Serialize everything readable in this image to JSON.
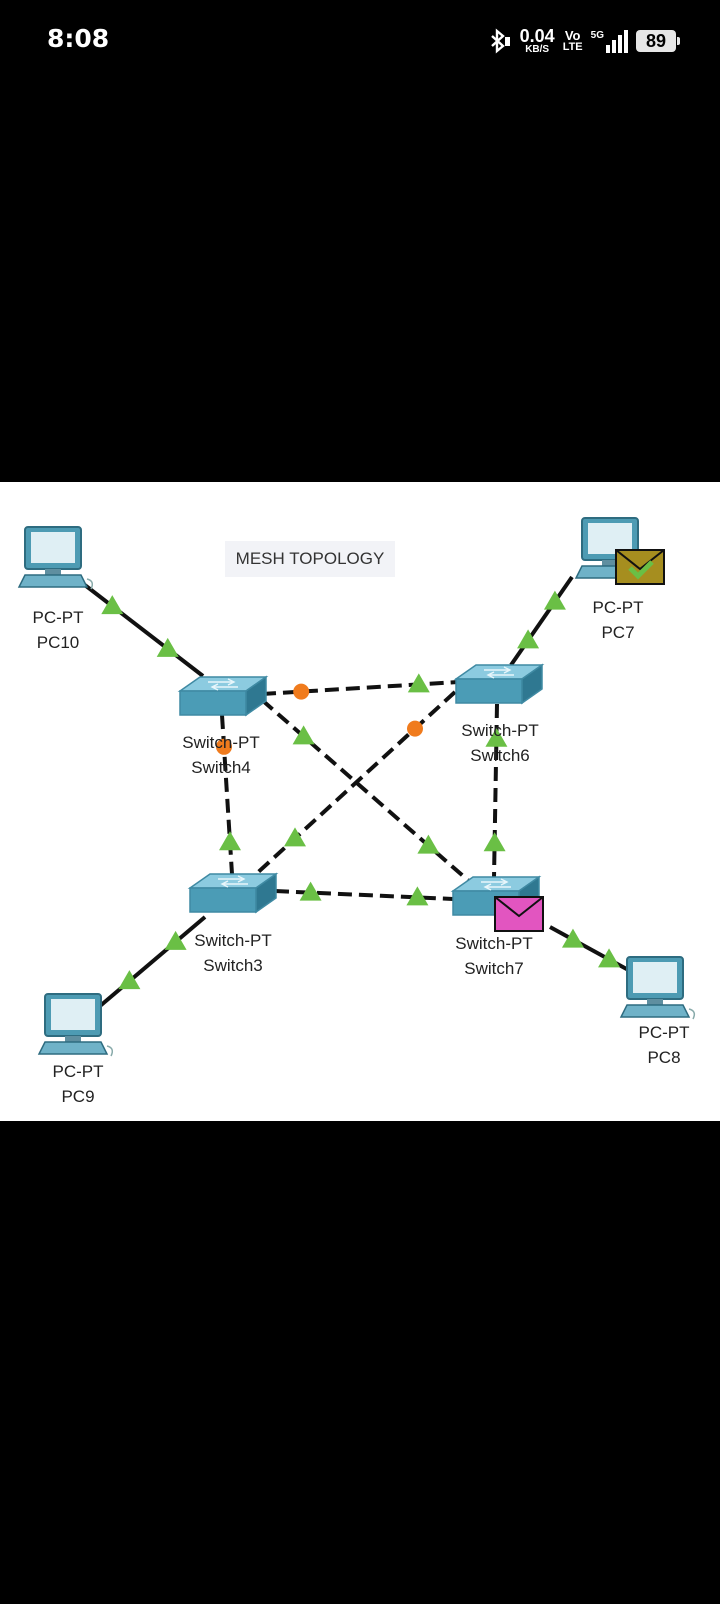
{
  "status_bar": {
    "time": "8:08",
    "net_speed_value": "0.04",
    "net_speed_unit": "KB/S",
    "volte_top": "Vo",
    "volte_bottom": "LTE",
    "network": "5G",
    "battery": "89",
    "icons": [
      "bluetooth-icon",
      "signal-icon",
      "battery-icon"
    ]
  },
  "diagram": {
    "title": "MESH TOPOLOGY",
    "devices": [
      {
        "id": "pc10",
        "model": "PC-PT",
        "name": "PC10"
      },
      {
        "id": "pc7",
        "model": "PC-PT",
        "name": "PC7"
      },
      {
        "id": "pc9",
        "model": "PC-PT",
        "name": "PC9"
      },
      {
        "id": "pc8",
        "model": "PC-PT",
        "name": "PC8"
      },
      {
        "id": "switch4",
        "model": "Switch-PT",
        "name": "Switch4"
      },
      {
        "id": "switch6",
        "model": "Switch-PT",
        "name": "Switch6"
      },
      {
        "id": "switch3",
        "model": "Switch-PT",
        "name": "Switch3"
      },
      {
        "id": "switch7",
        "model": "Switch-PT",
        "name": "Switch7"
      }
    ],
    "links": [
      {
        "from": "pc10",
        "to": "switch4",
        "type": "straight",
        "status": [
          "up",
          "up"
        ]
      },
      {
        "from": "pc7",
        "to": "switch6",
        "type": "straight",
        "status": [
          "up",
          "up"
        ]
      },
      {
        "from": "pc9",
        "to": "switch3",
        "type": "straight",
        "status": [
          "up",
          "up"
        ]
      },
      {
        "from": "pc8",
        "to": "switch7",
        "type": "straight",
        "status": [
          "up",
          "up"
        ]
      },
      {
        "from": "switch4",
        "to": "switch6",
        "type": "crossover",
        "status": [
          "blocking",
          "up"
        ]
      },
      {
        "from": "switch4",
        "to": "switch3",
        "type": "crossover",
        "status": [
          "blocking",
          "up"
        ]
      },
      {
        "from": "switch4",
        "to": "switch7",
        "type": "crossover",
        "status": [
          "up",
          "up"
        ]
      },
      {
        "from": "switch6",
        "to": "switch3",
        "type": "crossover",
        "status": [
          "blocking",
          "up"
        ]
      },
      {
        "from": "switch6",
        "to": "switch7",
        "type": "crossover",
        "status": [
          "up",
          "up"
        ]
      },
      {
        "from": "switch3",
        "to": "switch7",
        "type": "crossover",
        "status": [
          "up",
          "up"
        ]
      }
    ],
    "pdus": [
      {
        "at": "pc7",
        "state": "success",
        "color": "#a68e1f"
      },
      {
        "at": "switch7",
        "state": "in-transit",
        "color": "#e255c0"
      }
    ],
    "colors": {
      "link_up": "#6abf45",
      "link_blocking": "#f07b1d",
      "cable": "#111111"
    }
  }
}
